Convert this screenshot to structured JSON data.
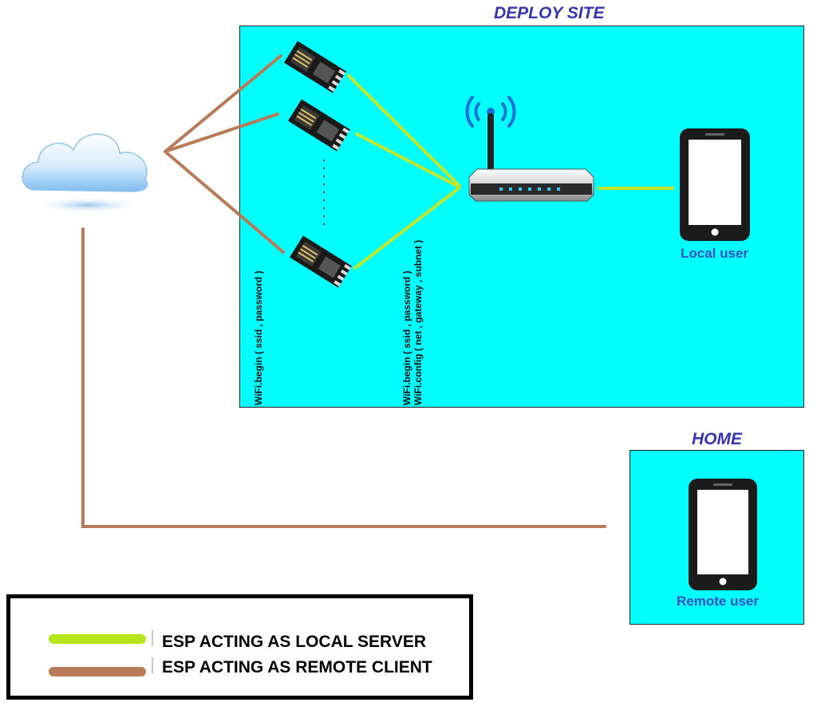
{
  "deploy_site": {
    "title": "DEPLOY SITE"
  },
  "home": {
    "title": "HOME"
  },
  "local_user": {
    "label": "Local user",
    "icon": "smartphone-icon"
  },
  "remote_user": {
    "label": "Remote user",
    "icon": "smartphone-icon"
  },
  "cloud": {
    "icon": "cloud-icon"
  },
  "router": {
    "icon": "wifi-router-icon"
  },
  "esp_modules": {
    "icon": "esp8266-module-icon",
    "count_shown": 3
  },
  "annotations": {
    "client_begin": "WiFi.begin  ( ssid , password )",
    "server_begin": "WiFi.begin  ( ssid , password )",
    "server_config": "WiFi.config ( net , gateway , subnet )"
  },
  "legend": {
    "local": {
      "label": "ESP ACTING AS LOCAL SERVER",
      "color": "#b5e61d"
    },
    "remote": {
      "label": "ESP ACTING AS REMOTE CLIENT",
      "color": "#b97a57"
    }
  },
  "colors": {
    "site_background": "#00ffff",
    "title_text": "#3535b0",
    "local_link": "#b5e61d",
    "remote_link": "#b97a57"
  }
}
